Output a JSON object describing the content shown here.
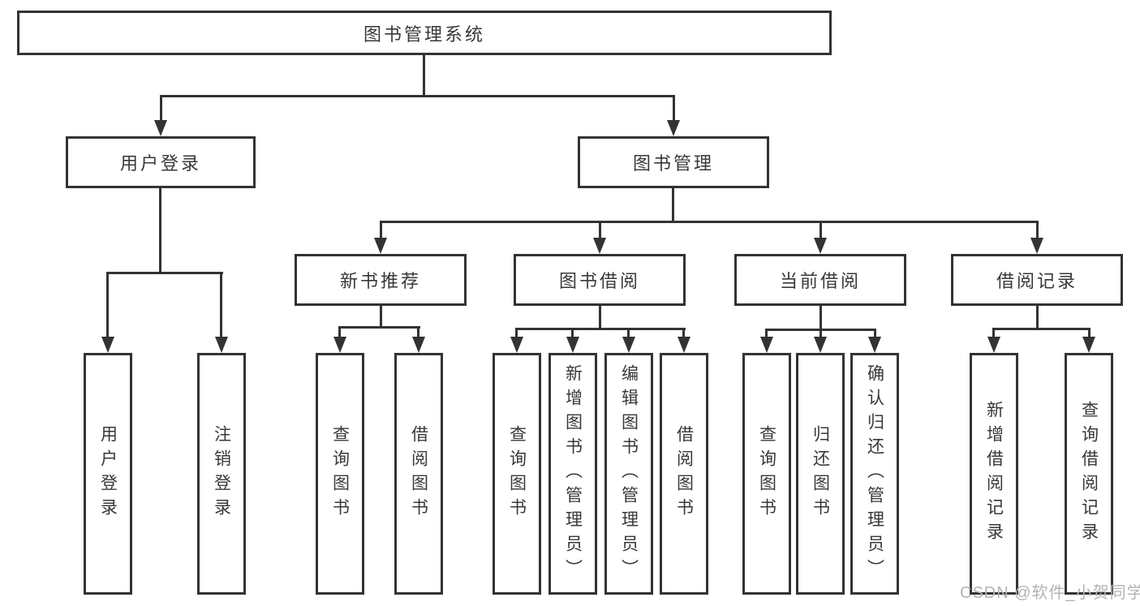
{
  "tree": {
    "label": "图书管理系统",
    "children": [
      {
        "label": "用户登录",
        "children": [
          {
            "label": "用户登录"
          },
          {
            "label": "注销登录"
          }
        ]
      },
      {
        "label": "图书管理",
        "children": [
          {
            "label": "新书推荐",
            "children": [
              {
                "label": "查询图书"
              },
              {
                "label": "借阅图书"
              }
            ]
          },
          {
            "label": "图书借阅",
            "children": [
              {
                "label": "查询图书"
              },
              {
                "label": "新增图书（管理员）"
              },
              {
                "label": "编辑图书（管理员）"
              },
              {
                "label": "借阅图书"
              }
            ]
          },
          {
            "label": "当前借阅",
            "children": [
              {
                "label": "查询图书"
              },
              {
                "label": "归还图书"
              },
              {
                "label": "确认归还（管理员）"
              }
            ]
          },
          {
            "label": "借阅记录",
            "children": [
              {
                "label": "新增借阅记录"
              },
              {
                "label": "查询借阅记录"
              }
            ]
          }
        ]
      }
    ]
  },
  "watermark": {
    "text": "CSDN @软件_小贺同学"
  },
  "colors": {
    "line": "#333333",
    "text": "#383838",
    "background": "#ffffff",
    "watermark": "#b3b3b3"
  }
}
